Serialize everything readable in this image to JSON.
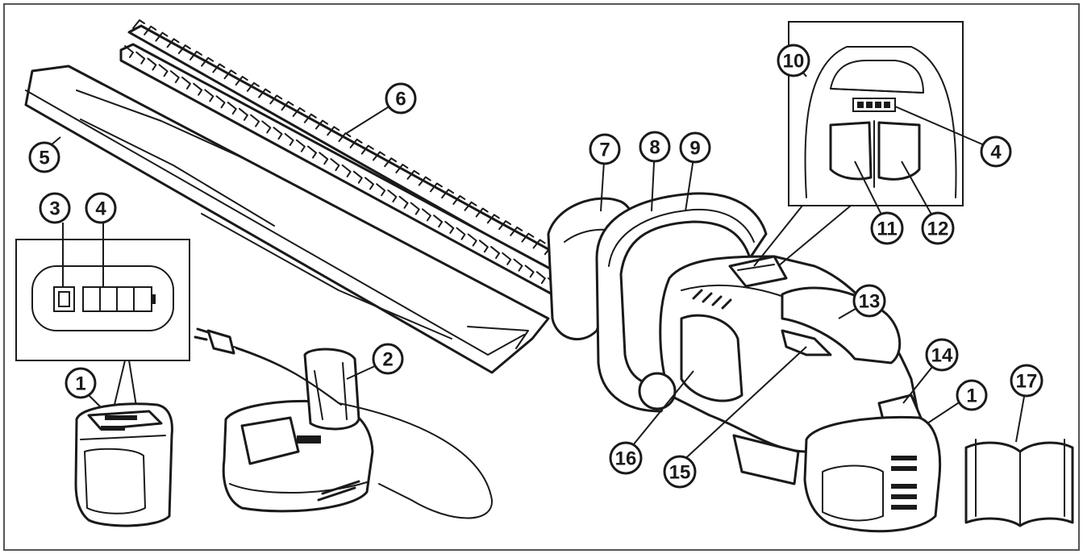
{
  "callouts": {
    "c1a": "1",
    "c1b": "1",
    "c2": "2",
    "c3": "3",
    "c4a": "4",
    "c4b": "4",
    "c5": "5",
    "c6": "6",
    "c7": "7",
    "c8": "8",
    "c9": "9",
    "c10": "10",
    "c11": "11",
    "c12": "12",
    "c13": "13",
    "c14": "14",
    "c15": "15",
    "c16": "16",
    "c17": "17"
  },
  "colors": {
    "ink": "#1a1a1a",
    "paper": "#ffffff",
    "frame": "#555555"
  }
}
